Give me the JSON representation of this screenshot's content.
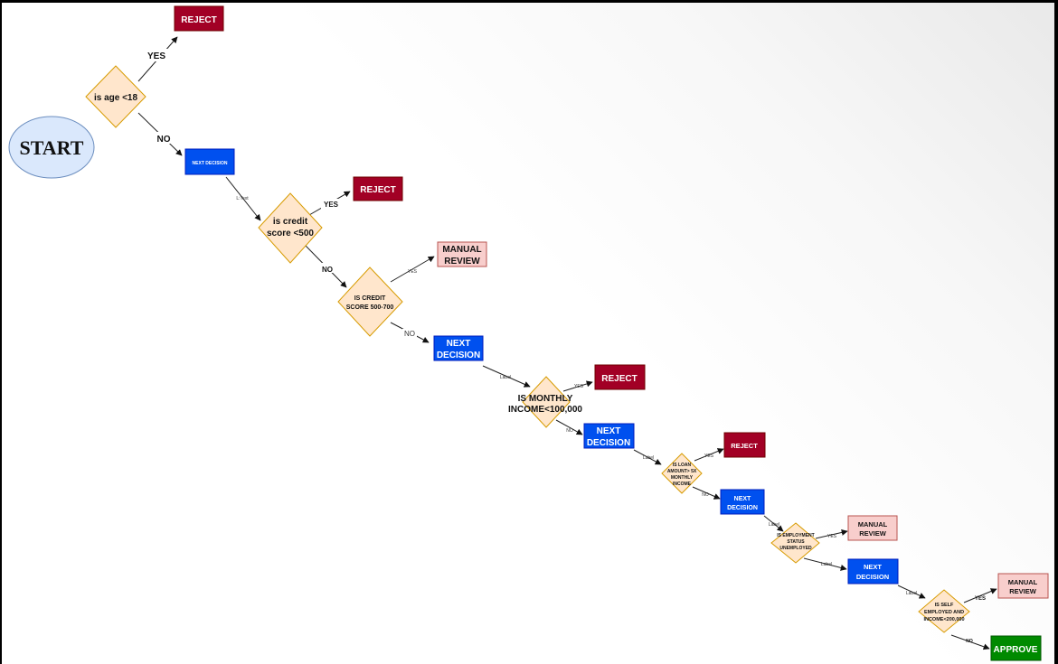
{
  "diagram": {
    "start": "START",
    "decisions": [
      {
        "lines": [
          "is age <18"
        ]
      },
      {
        "lines": [
          "is credit",
          "score <500"
        ]
      },
      {
        "lines": [
          "IS CREDIT",
          "SCORE 500-700"
        ]
      },
      {
        "lines": [
          "IS MONTHLY",
          "INCOME<100,000"
        ]
      },
      {
        "lines": [
          "IS LOAN",
          "AMOUNT> 5X",
          "MONTHLY",
          "INCOME"
        ]
      },
      {
        "lines": [
          "IS EMPLOYMENT",
          "STATUS",
          "UNEMPLOYED"
        ]
      },
      {
        "lines": [
          "IS SELF",
          "EMPLOYED AND",
          "INCOME<200,000"
        ]
      }
    ],
    "outcomes": {
      "reject": "REJECT",
      "manual_review": [
        "MANUAL",
        "REVIEW"
      ],
      "next_decision_single": "NEXT DECISION",
      "next_decision": [
        "NEXT",
        "DECISION"
      ],
      "approve": "APPROVE"
    },
    "edge_labels": {
      "yes": "YES",
      "no": "NO",
      "label": "Label",
      "text": "L:Text"
    },
    "colors": {
      "reject": "#a20025",
      "next": "#0050ef",
      "review_fill": "#f8cecc",
      "review_stroke": "#b85450",
      "approve": "#008a00",
      "decision_fill": "#ffe6cc",
      "decision_stroke": "#d79b00",
      "start_fill": "#dae8fc",
      "start_stroke": "#6c8ebf"
    }
  }
}
